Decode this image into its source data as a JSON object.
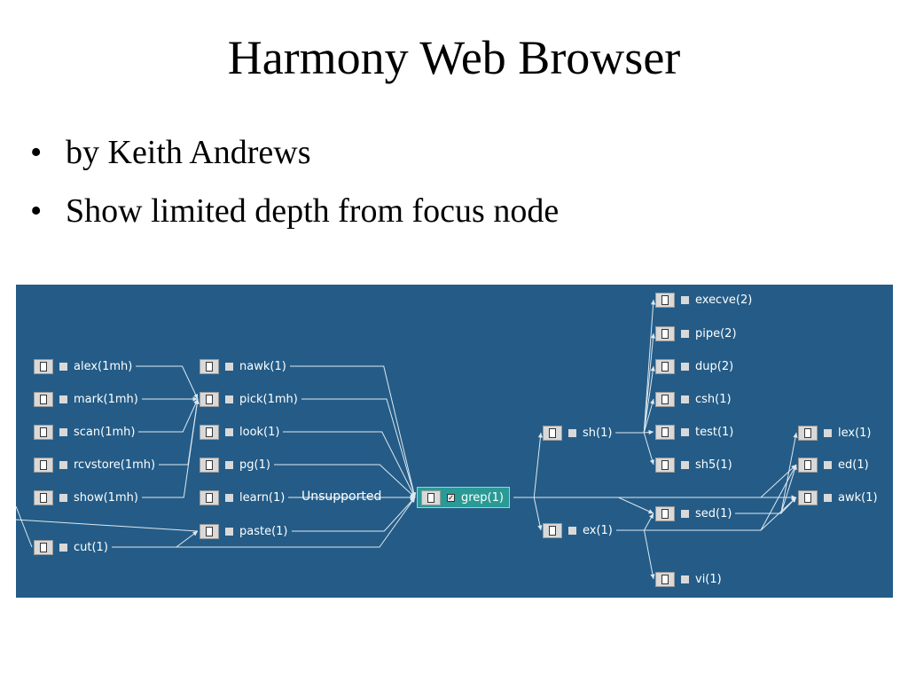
{
  "slide": {
    "title": "Harmony Web Browser",
    "bullets": [
      "by Keith Andrews",
      "Show limited depth from focus node"
    ],
    "bullet_symbol": "•"
  },
  "graph": {
    "background": "#245c87",
    "focus_color": "#2a9a96",
    "edge_color": "#dfe8ef",
    "annotation": "Unsupported",
    "nodes": [
      {
        "id": "alex",
        "label": "alex(1mh)"
      },
      {
        "id": "mark",
        "label": "mark(1mh)"
      },
      {
        "id": "scan",
        "label": "scan(1mh)"
      },
      {
        "id": "rcvstore",
        "label": "rcvstore(1mh)"
      },
      {
        "id": "show",
        "label": "show(1mh)"
      },
      {
        "id": "cut",
        "label": "cut(1)"
      },
      {
        "id": "nawk",
        "label": "nawk(1)"
      },
      {
        "id": "pick",
        "label": "pick(1mh)"
      },
      {
        "id": "look",
        "label": "look(1)"
      },
      {
        "id": "pg",
        "label": "pg(1)"
      },
      {
        "id": "learn",
        "label": "learn(1)"
      },
      {
        "id": "paste",
        "label": "paste(1)"
      },
      {
        "id": "grep",
        "label": "grep(1)",
        "focus": true
      },
      {
        "id": "sh",
        "label": "sh(1)"
      },
      {
        "id": "ex",
        "label": "ex(1)"
      },
      {
        "id": "execve",
        "label": "execve(2)"
      },
      {
        "id": "pipe",
        "label": "pipe(2)"
      },
      {
        "id": "dup",
        "label": "dup(2)"
      },
      {
        "id": "csh",
        "label": "csh(1)"
      },
      {
        "id": "test",
        "label": "test(1)"
      },
      {
        "id": "sh5",
        "label": "sh5(1)"
      },
      {
        "id": "sed",
        "label": "sed(1)"
      },
      {
        "id": "vi",
        "label": "vi(1)"
      },
      {
        "id": "lex",
        "label": "lex(1)"
      },
      {
        "id": "ed",
        "label": "ed(1)"
      },
      {
        "id": "awk",
        "label": "awk(1)"
      }
    ],
    "edges": [
      [
        "alex",
        "pick"
      ],
      [
        "mark",
        "pick"
      ],
      [
        "scan",
        "pick"
      ],
      [
        "rcvstore",
        "pick"
      ],
      [
        "show",
        "pick"
      ],
      [
        "cut",
        "paste"
      ],
      [
        "nawk",
        "grep"
      ],
      [
        "pick",
        "grep"
      ],
      [
        "look",
        "grep"
      ],
      [
        "pg",
        "grep"
      ],
      [
        "learn",
        "grep"
      ],
      [
        "paste",
        "grep"
      ],
      [
        "cut",
        "grep"
      ],
      [
        "grep",
        "sh"
      ],
      [
        "grep",
        "ex"
      ],
      [
        "grep",
        "sed"
      ],
      [
        "grep",
        "awk"
      ],
      [
        "grep",
        "ed"
      ],
      [
        "sh",
        "execve"
      ],
      [
        "sh",
        "pipe"
      ],
      [
        "sh",
        "dup"
      ],
      [
        "sh",
        "csh"
      ],
      [
        "sh",
        "test"
      ],
      [
        "sh",
        "sh5"
      ],
      [
        "ex",
        "sed"
      ],
      [
        "ex",
        "vi"
      ],
      [
        "ex",
        "ed"
      ],
      [
        "ex",
        "awk"
      ],
      [
        "sed",
        "lex"
      ],
      [
        "sed",
        "ed"
      ],
      [
        "sed",
        "awk"
      ]
    ]
  }
}
